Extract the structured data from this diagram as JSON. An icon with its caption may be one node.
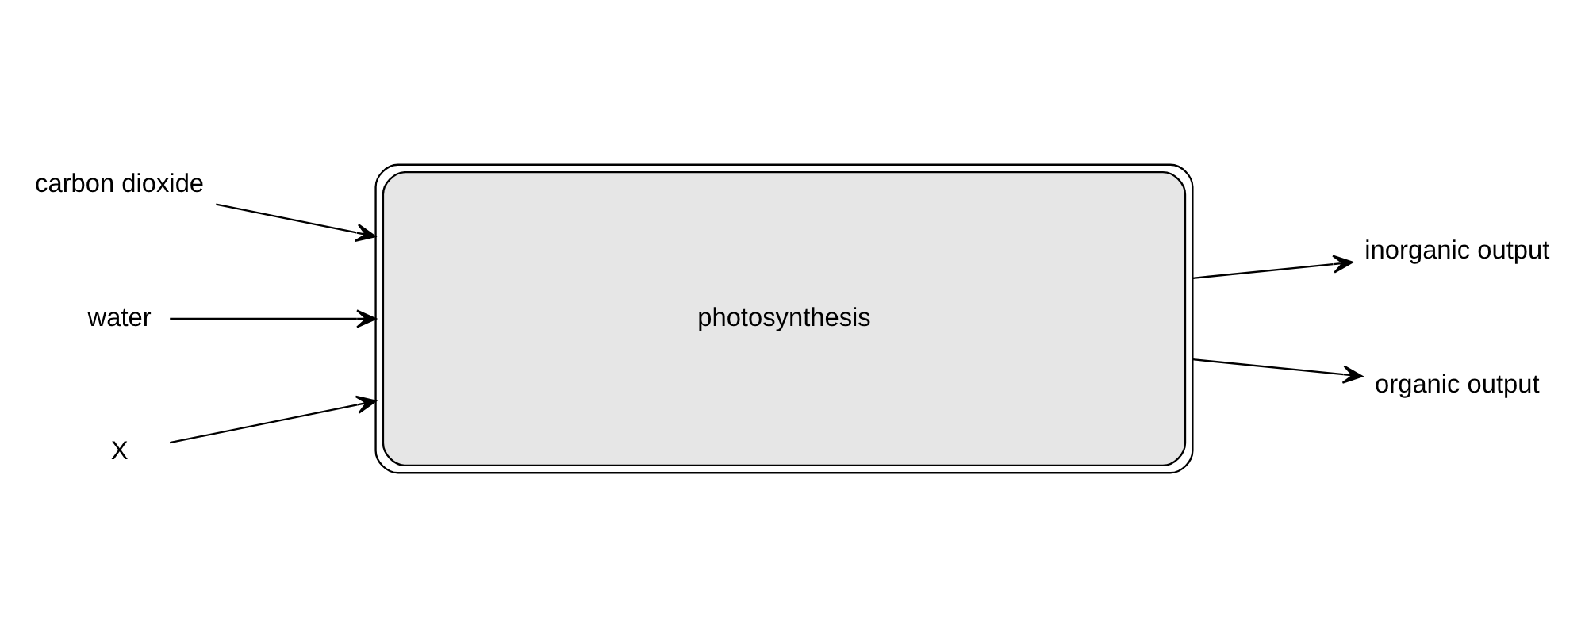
{
  "diagram": {
    "nodes": [
      {
        "text": [
          "carbon dioxide"
        ]
      },
      {
        "text": [
          "water"
        ]
      },
      {
        "text": [
          "X"
        ]
      },
      {
        "text": [
          "photosynthesis"
        ]
      },
      {
        "text": [
          "inorganic output"
        ]
      },
      {
        "text": [
          "organic output"
        ]
      }
    ],
    "edges": [
      {
        "from": 0,
        "to": 3,
        "arrow": "to"
      },
      {
        "from": 1,
        "to": 3,
        "arrow": "to"
      },
      {
        "from": 2,
        "to": 3,
        "arrow": "to"
      },
      {
        "from": 3,
        "to": 4,
        "arrow": "to"
      },
      {
        "from": 3,
        "to": 5,
        "arrow": "to"
      }
    ]
  }
}
